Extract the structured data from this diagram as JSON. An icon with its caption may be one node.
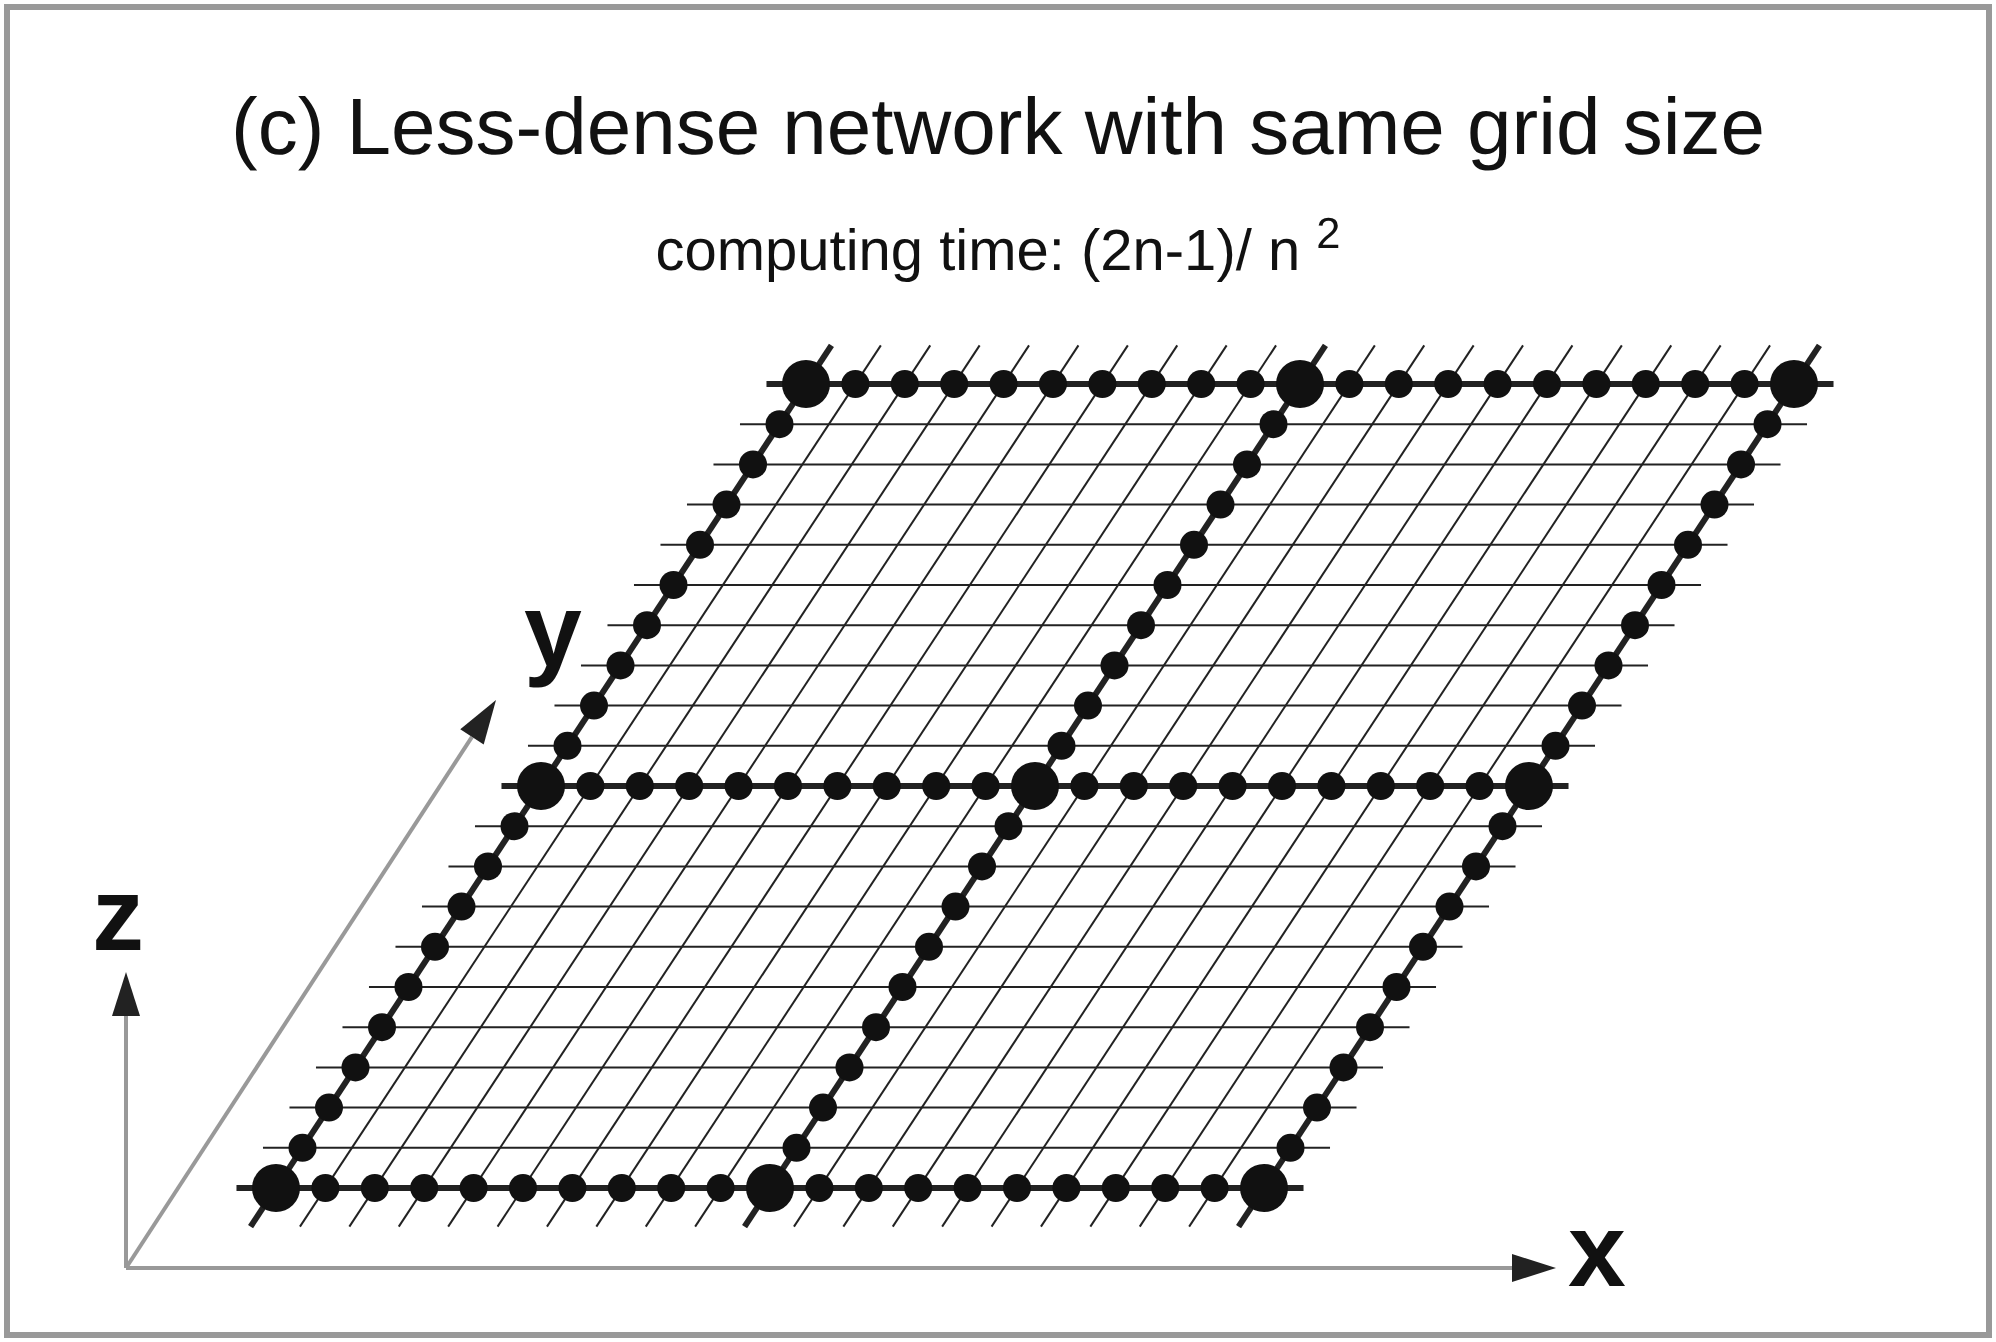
{
  "diagram": {
    "title": "(c) Less-dense network with same grid size",
    "labels": [
      "computing time: (2n-1)/ n $^{2}$",
      "y",
      "z",
      "x"
    ]
  }
}
